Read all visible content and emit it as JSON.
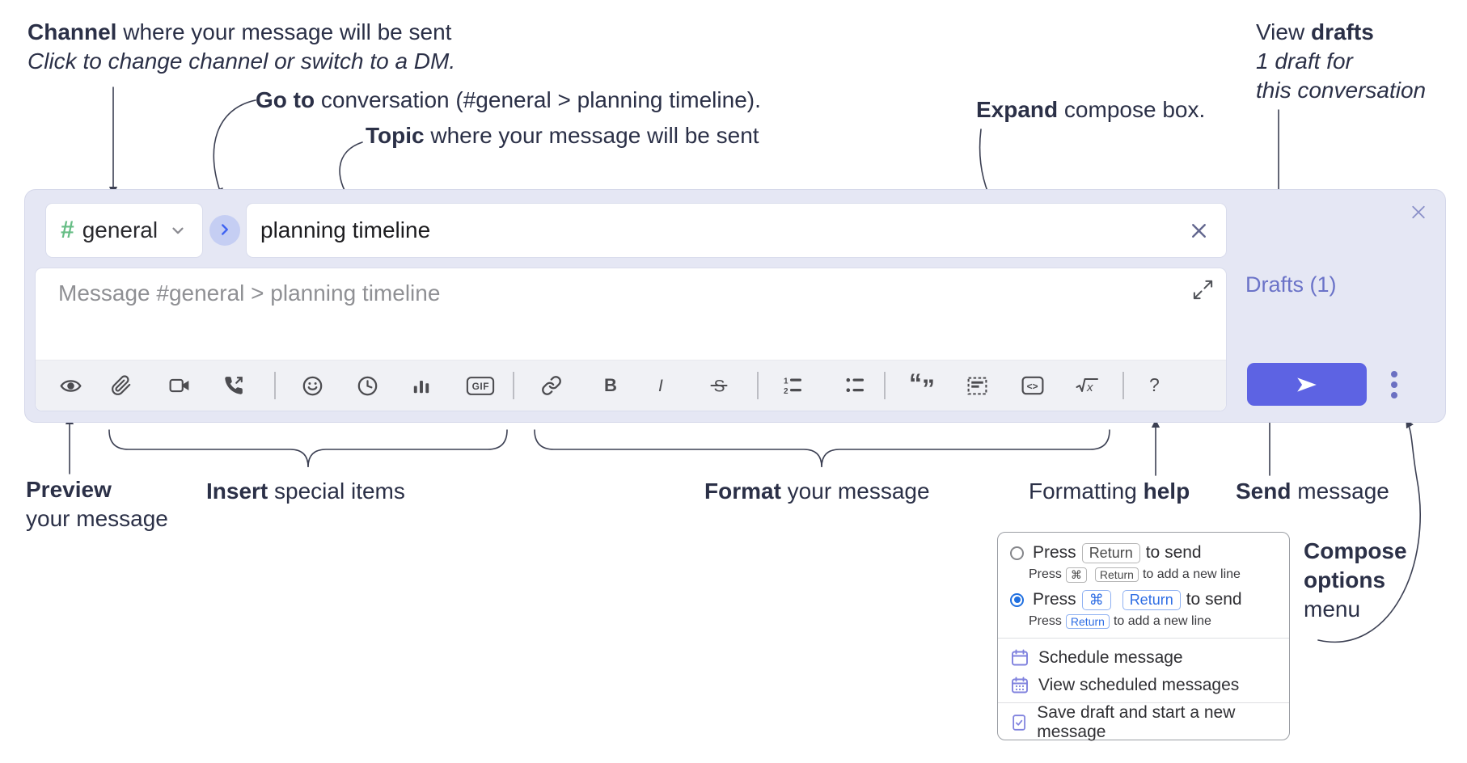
{
  "annotations": {
    "channel": {
      "bold": "Channel",
      "rest": " where your message will be sent",
      "sub": "Click to change channel or switch to a DM."
    },
    "goto": {
      "bold": "Go to",
      "rest": " conversation (#general > planning timeline)."
    },
    "topic": {
      "bold": "Topic",
      "rest": " where your message will be sent"
    },
    "expand": {
      "bold": "Expand",
      "rest": " compose box."
    },
    "drafts": {
      "pre": "View ",
      "bold": "drafts",
      "line2": "1 draft for",
      "line3": "this conversation"
    },
    "preview": {
      "bold": "Preview",
      "line2": "your message"
    },
    "insert": {
      "bold": "Insert",
      "rest": " special items"
    },
    "format": {
      "bold": "Format",
      "rest": " your message"
    },
    "help": {
      "pre": "Formatting ",
      "bold": "help"
    },
    "send": {
      "bold": "Send",
      "rest": " message"
    },
    "options": {
      "line1": "Compose",
      "line2": "options",
      "line3": "menu"
    }
  },
  "compose": {
    "channel_hash": "#",
    "channel_name": "general",
    "topic_value": "planning timeline",
    "message_placeholder": "Message #general > planning timeline",
    "drafts_link": "Drafts (1)"
  },
  "toolbar": {
    "gif": "GIF",
    "bold": "B",
    "italic": "I",
    "strike": "S",
    "ol_1": "1",
    "ol_2": "2",
    "quote_open": "“",
    "quote_close": "”",
    "code": "<>",
    "math_x": "x",
    "help": "?"
  },
  "colors": {
    "compose_bg": "#e5e7f4",
    "send_button": "#5d63e3",
    "drafts_link": "#6b73c8",
    "hash_green": "#66bd85",
    "go_chevron_blue": "#3f63f2",
    "radio_blue": "#1f6fe0",
    "menu_icon_purple": "#7f81de",
    "toolbar_icon": "#4c4c50"
  },
  "menu": {
    "row1": {
      "press": "Press",
      "key": "Return",
      "suffix": "to send"
    },
    "row1_sub": {
      "press": "Press",
      "key1": "⌘",
      "key2": "Return",
      "suffix": "to add a new line"
    },
    "row2": {
      "press": "Press",
      "key1": "⌘",
      "key2": "Return",
      "suffix": "to send"
    },
    "row2_sub": {
      "press": "Press",
      "key": "Return",
      "suffix": "to add a new line"
    },
    "items": [
      {
        "label": "Schedule message"
      },
      {
        "label": "View scheduled messages"
      },
      {
        "label": "Save draft and start a new message"
      }
    ]
  }
}
